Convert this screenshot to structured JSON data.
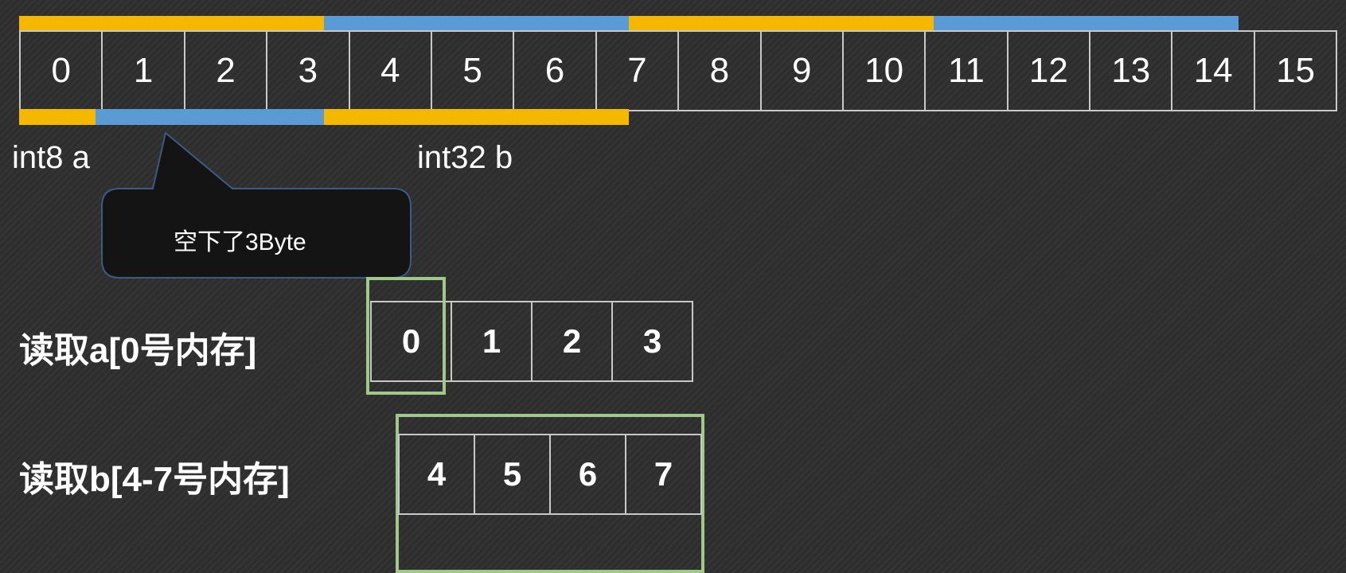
{
  "memory_row": {
    "cells": [
      "0",
      "1",
      "2",
      "3",
      "4",
      "5",
      "6",
      "7",
      "8",
      "9",
      "10",
      "11",
      "12",
      "13",
      "14",
      "15"
    ]
  },
  "labels": {
    "int8_a": "int8 a",
    "int32_b": "int32 b"
  },
  "callout": {
    "text": "空下了3Byte"
  },
  "read_a": {
    "label": "读取a[0号内存]",
    "cells": [
      "0",
      "1",
      "2",
      "3"
    ]
  },
  "read_b": {
    "label": "读取b[4-7号内存]",
    "cells": [
      "4",
      "5",
      "6",
      "7"
    ]
  },
  "colors": {
    "orange": "#f5b800",
    "blue": "#5b9bd5",
    "green_highlight": "#9ec98a",
    "cell_border": "#c8c8c8",
    "background": "#2e2e2e",
    "callout_bg": "#141414",
    "callout_border": "#3d5a80"
  }
}
